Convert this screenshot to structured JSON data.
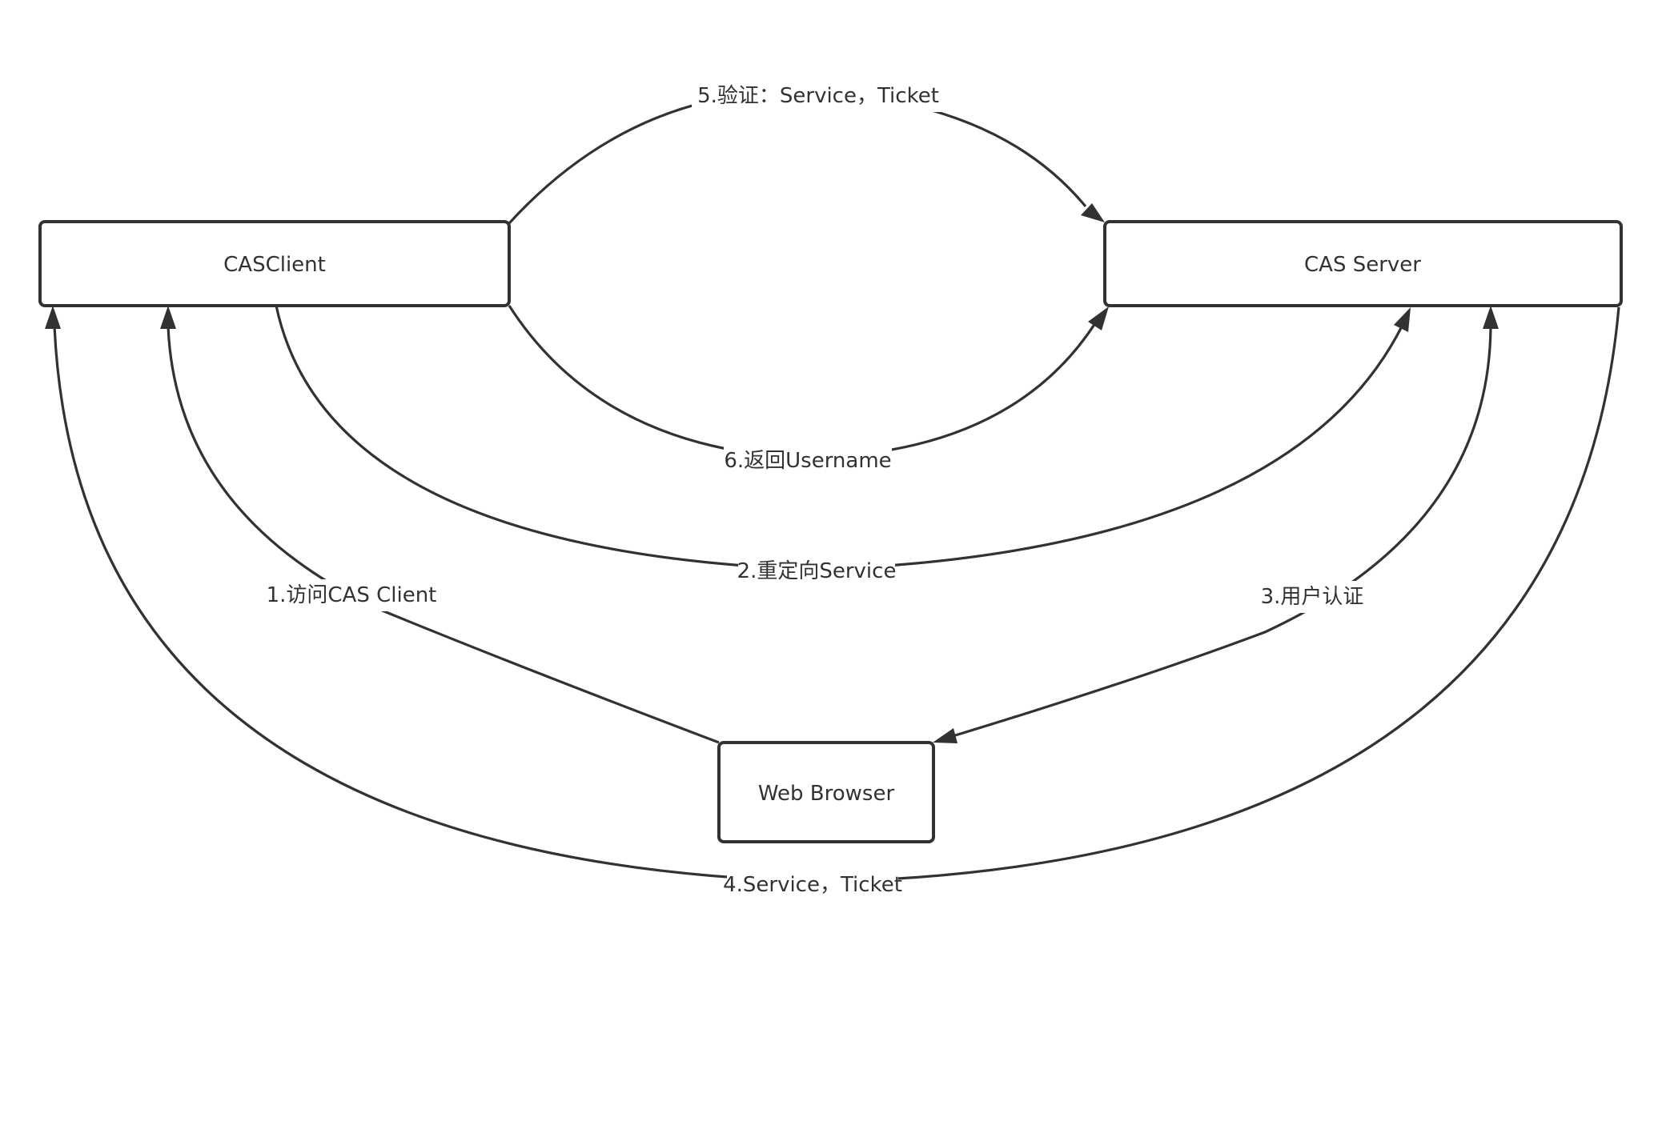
{
  "diagram": {
    "nodes": {
      "cas_client": "CASClient",
      "cas_server": "CAS Server",
      "web_browser": "Web Browser"
    },
    "edges": [
      {
        "id": "step1",
        "label": "1.访问CAS Client",
        "from": "Web Browser",
        "to": "CASClient"
      },
      {
        "id": "step2",
        "label": "2.重定向Service",
        "from": "CASClient",
        "to": "CAS Server"
      },
      {
        "id": "step3",
        "label": "3.用户认证",
        "from": "CAS Server",
        "to": "Web Browser"
      },
      {
        "id": "step4",
        "label": "4.Service，Ticket",
        "from": "CAS Server",
        "to": "CASClient"
      },
      {
        "id": "step5",
        "label": "5.验证：Service，Ticket",
        "from": "CASClient",
        "to": "CAS Server"
      },
      {
        "id": "step6",
        "label": "6.返回Username",
        "from": "CASClient",
        "to": "CAS Server"
      }
    ],
    "colors": {
      "line": "#323232",
      "background": "#ffffff"
    }
  }
}
